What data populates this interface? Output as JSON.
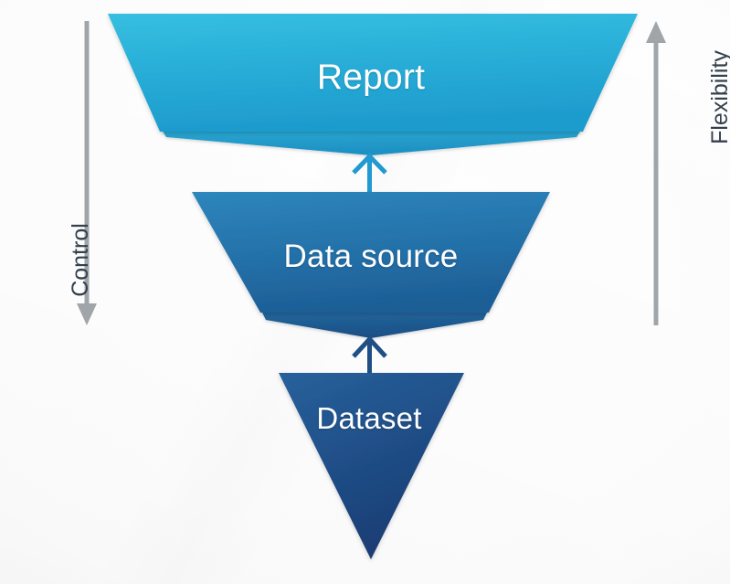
{
  "diagram": {
    "title": "Report / Data source / Dataset funnel",
    "background_color": "#fbfbfa",
    "stages": [
      {
        "id": "report",
        "label": "Report",
        "shape": "inverted-trapezoid-chevron",
        "fill_top": "#32bade",
        "fill_bottom": "#1f9fd0",
        "text_color": "#ffffff",
        "level": 1
      },
      {
        "id": "data-source",
        "label": "Data source",
        "shape": "inverted-trapezoid-chevron",
        "fill_top": "#2a81b8",
        "fill_bottom": "#1e5e96",
        "text_color": "#ffffff",
        "level": 2
      },
      {
        "id": "dataset",
        "label": "Dataset",
        "shape": "inverted-triangle",
        "fill_top": "#255b94",
        "fill_bottom": "#1b3d74",
        "text_color": "#ffffff",
        "level": 3
      }
    ],
    "connectors": [
      {
        "id": "dataset-to-data-source",
        "from": "dataset",
        "to": "data-source",
        "direction": "up",
        "color": "#1f4f85"
      },
      {
        "id": "data-source-to-report",
        "from": "data-source",
        "to": "report",
        "direction": "up",
        "color": "#209ad0"
      }
    ],
    "axes": [
      {
        "id": "control",
        "label": "Control",
        "direction": "down",
        "side": "left",
        "color": "#a0a5aa",
        "text_color": "#33404d"
      },
      {
        "id": "flexibility",
        "label": "Flexibility",
        "direction": "up",
        "side": "right",
        "color": "#a0a5aa",
        "text_color": "#33404d"
      }
    ]
  }
}
